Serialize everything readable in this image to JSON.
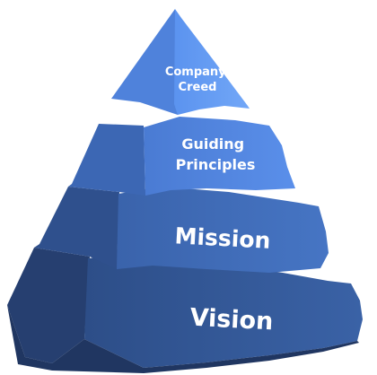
{
  "diagram": {
    "type": "pyramid",
    "tiers": [
      {
        "id": "vision",
        "lines": [
          "Vision"
        ],
        "color": "#2f4f86"
      },
      {
        "id": "mission",
        "lines": [
          "Mission"
        ],
        "color": "#3a63a8"
      },
      {
        "id": "guiding-principles",
        "lines": [
          "Guiding",
          "Principles"
        ],
        "color": "#4a7ad0"
      },
      {
        "id": "company-creed",
        "lines": [
          "Company",
          "Creed"
        ],
        "color": "#5f95ee"
      }
    ]
  }
}
